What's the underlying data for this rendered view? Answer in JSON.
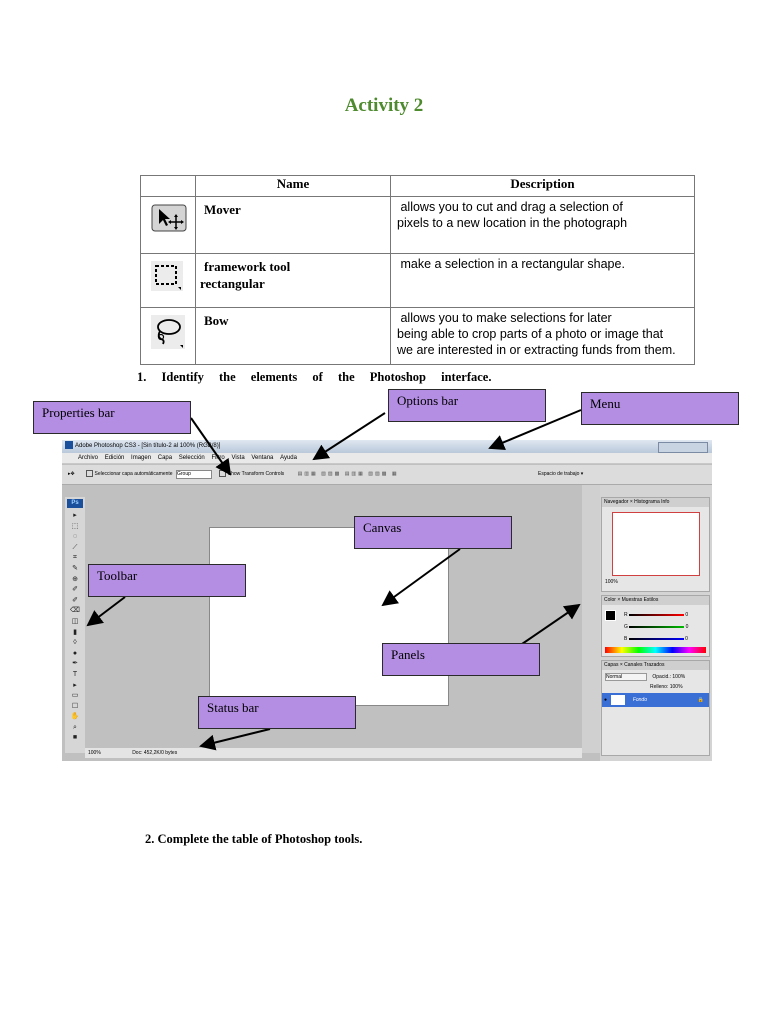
{
  "title": "Activity 2",
  "table": {
    "headers": [
      "Name",
      "Description"
    ],
    "rows": [
      {
        "icon": "move-tool-icon",
        "name": [
          "Mover"
        ],
        "description": [
          " allows you to cut and drag a selection of",
          "pixels to a new location in the photograph"
        ]
      },
      {
        "icon": "rectangular-marquee-icon",
        "name": [
          "framework tool",
          "rectangular"
        ],
        "description": [
          " make a selection in a rectangular shape."
        ]
      },
      {
        "icon": "lasso-icon",
        "name": [
          "Bow"
        ],
        "description": [
          " allows you to make selections for later",
          "being able to crop parts of a photo or image that",
          "we are interested in or extracting funds from them."
        ]
      }
    ]
  },
  "question1": "1. Identify the elements of the Photoshop interface.",
  "question2": "2. Complete the table of Photoshop tools.",
  "labels": {
    "properties_bar": "Properties bar",
    "options_bar": "Options bar",
    "menu": "Menu",
    "canvas": "Canvas",
    "toolbar": "Toolbar",
    "panels": "Panels",
    "status_bar": "Status bar"
  },
  "screenshot": {
    "window_title": "Adobe Photoshop CS3 - [Sin título-2 al 100% (RGB/8)]",
    "menu_items": [
      "Archivo",
      "Edición",
      "Imagen",
      "Capa",
      "Selección",
      "Filtro",
      "Vista",
      "Ventana",
      "Ayuda"
    ],
    "options_text": "Seleccionar capa automáticamente",
    "options_group": "Group",
    "options_transform": "Show Transform Controls",
    "workspace": "Espacio de trabajo ▾",
    "zoom": "100%",
    "doc_size": "Doc: 452,2K/0 bytes",
    "navigator_tabs": "Navegador ×  Histograma  Info",
    "color_tabs": "Color ×  Muestras  Estilos",
    "layers_tabs": "Capas ×  Canales  Trazados",
    "blend_mode": "Normal",
    "opacity": "Opacid.: 100%",
    "fill": "Relleno: 100%",
    "layer_name": "Fondo",
    "nav_zoom": "100%",
    "color_labels": [
      "R",
      "G",
      "B"
    ],
    "color_values": [
      "0",
      "0",
      "0"
    ],
    "accent_color": "#b48ee3",
    "title_color": "#4e8a2e"
  }
}
